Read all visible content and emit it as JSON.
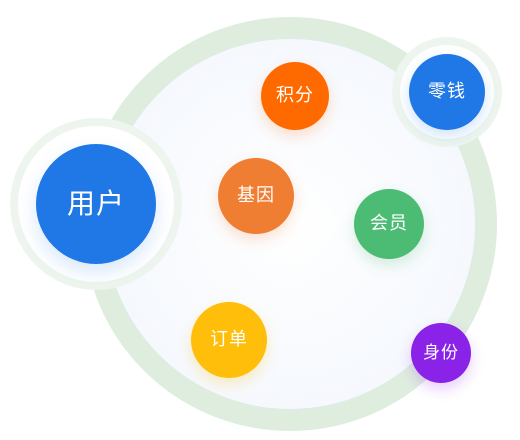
{
  "diagram": {
    "nodes": [
      {
        "id": "user",
        "label": "用户",
        "color": "#1f78e6"
      },
      {
        "id": "points",
        "label": "积分",
        "color": "#ff6a00"
      },
      {
        "id": "change",
        "label": "零钱",
        "color": "#1f78e6"
      },
      {
        "id": "gene",
        "label": "基因",
        "color": "#ef7d32"
      },
      {
        "id": "member",
        "label": "会员",
        "color": "#4cbb73"
      },
      {
        "id": "order",
        "label": "订单",
        "color": "#ffbe0a"
      },
      {
        "id": "identity",
        "label": "身份",
        "color": "#8b22e8"
      }
    ],
    "colors": {
      "orbit_ring": "#d8ead8",
      "background_disc": "#f7f9fd"
    }
  }
}
